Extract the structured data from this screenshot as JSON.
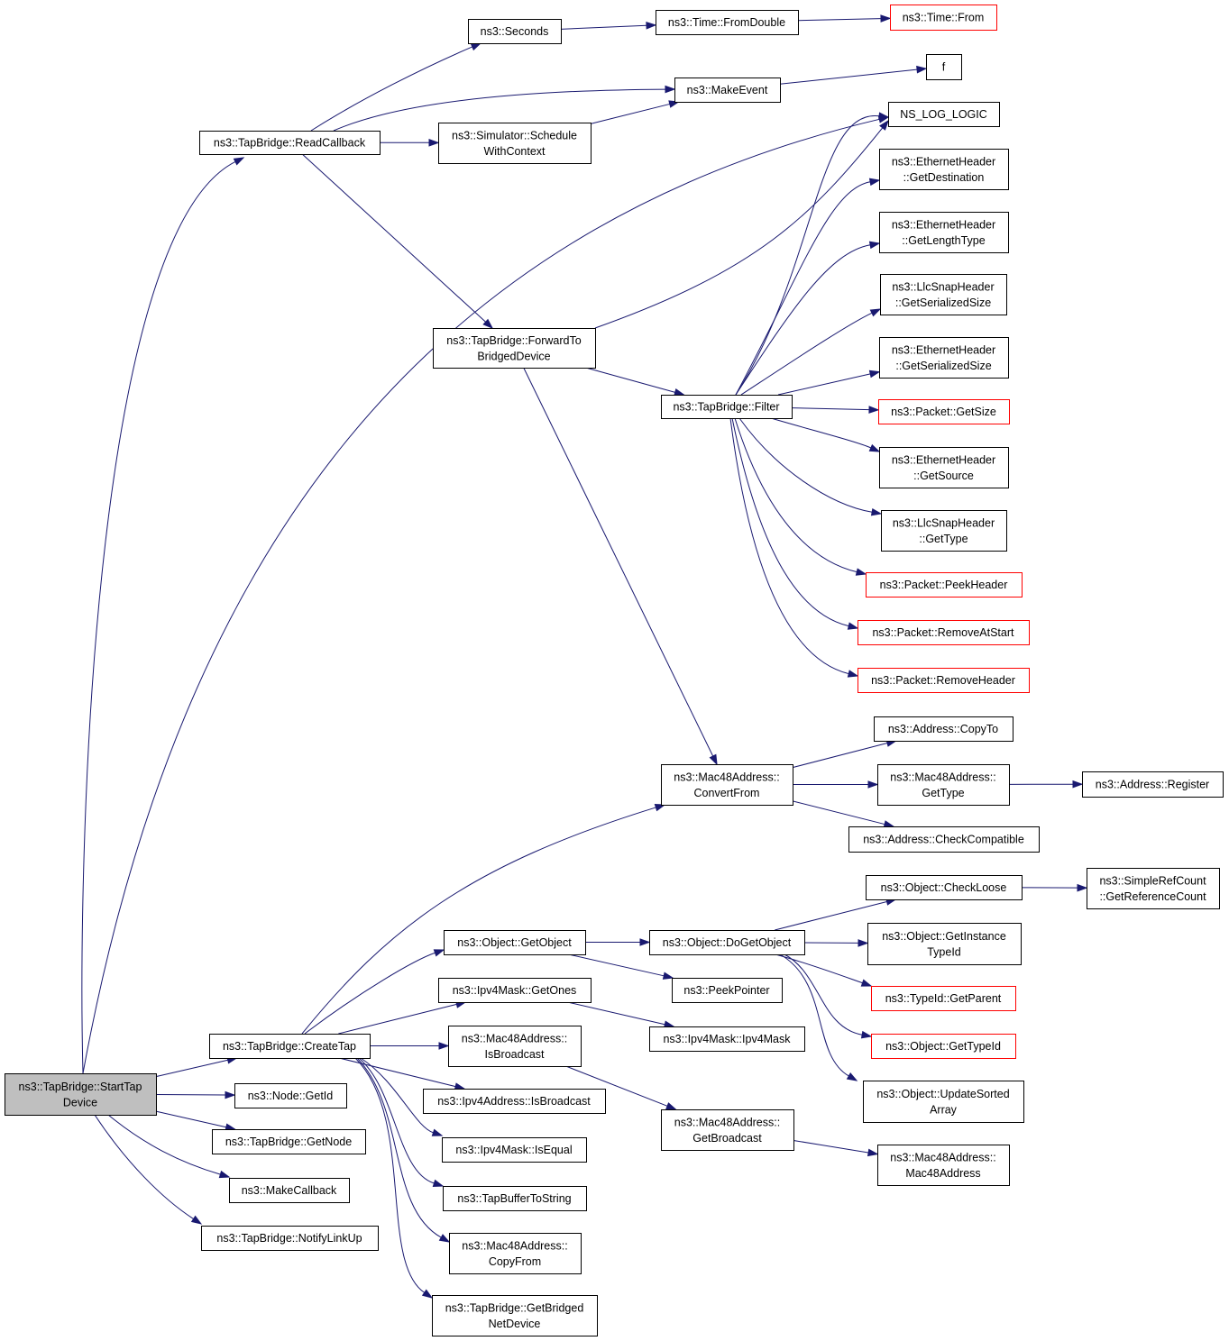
{
  "graph": {
    "nodes": [
      {
        "id": "start",
        "lines": [
          "ns3::TapBridge::StartTap",
          "Device"
        ],
        "root": true
      },
      {
        "id": "read_cb",
        "lines": [
          "ns3::TapBridge::ReadCallback"
        ]
      },
      {
        "id": "seconds",
        "lines": [
          "ns3::Seconds"
        ]
      },
      {
        "id": "fromdouble",
        "lines": [
          "ns3::Time::FromDouble"
        ]
      },
      {
        "id": "timefrom",
        "lines": [
          "ns3::Time::From"
        ],
        "truncated": true
      },
      {
        "id": "makeevent",
        "lines": [
          "ns3::MakeEvent"
        ]
      },
      {
        "id": "f",
        "lines": [
          "f"
        ]
      },
      {
        "id": "schedule",
        "lines": [
          "ns3::Simulator::Schedule",
          "WithContext"
        ]
      },
      {
        "id": "nslog",
        "lines": [
          "NS_LOG_LOGIC"
        ]
      },
      {
        "id": "forward",
        "lines": [
          "ns3::TapBridge::ForwardTo",
          "BridgedDevice"
        ]
      },
      {
        "id": "filter",
        "lines": [
          "ns3::TapBridge::Filter"
        ]
      },
      {
        "id": "eth_dest",
        "lines": [
          "ns3::EthernetHeader",
          "::GetDestination"
        ]
      },
      {
        "id": "eth_len",
        "lines": [
          "ns3::EthernetHeader",
          "::GetLengthType"
        ]
      },
      {
        "id": "llc_ser",
        "lines": [
          "ns3::LlcSnapHeader",
          "::GetSerializedSize"
        ]
      },
      {
        "id": "eth_ser",
        "lines": [
          "ns3::EthernetHeader",
          "::GetSerializedSize"
        ]
      },
      {
        "id": "pkt_size",
        "lines": [
          "ns3::Packet::GetSize"
        ],
        "truncated": true
      },
      {
        "id": "eth_src",
        "lines": [
          "ns3::EthernetHeader",
          "::GetSource"
        ]
      },
      {
        "id": "llc_type",
        "lines": [
          "ns3::LlcSnapHeader",
          "::GetType"
        ]
      },
      {
        "id": "pkt_peek",
        "lines": [
          "ns3::Packet::PeekHeader"
        ],
        "truncated": true
      },
      {
        "id": "pkt_remstart",
        "lines": [
          "ns3::Packet::RemoveAtStart"
        ],
        "truncated": true
      },
      {
        "id": "pkt_remhdr",
        "lines": [
          "ns3::Packet::RemoveHeader"
        ],
        "truncated": true
      },
      {
        "id": "convertfrom",
        "lines": [
          "ns3::Mac48Address::",
          "ConvertFrom"
        ]
      },
      {
        "id": "addr_copyto",
        "lines": [
          "ns3::Address::CopyTo"
        ]
      },
      {
        "id": "mac_gettype",
        "lines": [
          "ns3::Mac48Address::",
          "GetType"
        ]
      },
      {
        "id": "addr_register",
        "lines": [
          "ns3::Address::Register"
        ]
      },
      {
        "id": "addr_check",
        "lines": [
          "ns3::Address::CheckCompatible"
        ]
      },
      {
        "id": "createtap",
        "lines": [
          "ns3::TapBridge::CreateTap"
        ]
      },
      {
        "id": "getobject",
        "lines": [
          "ns3::Object::GetObject"
        ]
      },
      {
        "id": "dogetobject",
        "lines": [
          "ns3::Object::DoGetObject"
        ]
      },
      {
        "id": "checkloose",
        "lines": [
          "ns3::Object::CheckLoose"
        ]
      },
      {
        "id": "refcount",
        "lines": [
          "ns3::SimpleRefCount",
          "::GetReferenceCount"
        ]
      },
      {
        "id": "getinstance",
        "lines": [
          "ns3::Object::GetInstance",
          "TypeId"
        ]
      },
      {
        "id": "getparent",
        "lines": [
          "ns3::TypeId::GetParent"
        ],
        "truncated": true
      },
      {
        "id": "gettypeid",
        "lines": [
          "ns3::Object::GetTypeId"
        ],
        "truncated": true
      },
      {
        "id": "updatesorted",
        "lines": [
          "ns3::Object::UpdateSorted",
          "Array"
        ]
      },
      {
        "id": "peekpointer",
        "lines": [
          "ns3::PeekPointer"
        ]
      },
      {
        "id": "getones",
        "lines": [
          "ns3::Ipv4Mask::GetOnes"
        ]
      },
      {
        "id": "ipv4mask",
        "lines": [
          "ns3::Ipv4Mask::Ipv4Mask"
        ]
      },
      {
        "id": "mac_isbcast",
        "lines": [
          "ns3::Mac48Address::",
          "IsBroadcast"
        ]
      },
      {
        "id": "getbcast",
        "lines": [
          "ns3::Mac48Address::",
          "GetBroadcast"
        ]
      },
      {
        "id": "mac48ctor",
        "lines": [
          "ns3::Mac48Address::",
          "Mac48Address"
        ]
      },
      {
        "id": "ipv4_isbcast",
        "lines": [
          "ns3::Ipv4Address::IsBroadcast"
        ]
      },
      {
        "id": "isequal",
        "lines": [
          "ns3::Ipv4Mask::IsEqual"
        ]
      },
      {
        "id": "tapbuf",
        "lines": [
          "ns3::TapBufferToString"
        ]
      },
      {
        "id": "copyfrom",
        "lines": [
          "ns3::Mac48Address::",
          "CopyFrom"
        ]
      },
      {
        "id": "getbridged",
        "lines": [
          "ns3::TapBridge::GetBridged",
          "NetDevice"
        ]
      },
      {
        "id": "getid",
        "lines": [
          "ns3::Node::GetId"
        ]
      },
      {
        "id": "getnode",
        "lines": [
          "ns3::TapBridge::GetNode"
        ]
      },
      {
        "id": "makecallback",
        "lines": [
          "ns3::MakeCallback"
        ]
      },
      {
        "id": "notify",
        "lines": [
          "ns3::TapBridge::NotifyLinkUp"
        ]
      }
    ],
    "edges": [
      [
        "start",
        "read_cb"
      ],
      [
        "start",
        "nslog"
      ],
      [
        "start",
        "createtap"
      ],
      [
        "start",
        "getid"
      ],
      [
        "start",
        "getnode"
      ],
      [
        "start",
        "makecallback"
      ],
      [
        "start",
        "notify"
      ],
      [
        "read_cb",
        "seconds"
      ],
      [
        "read_cb",
        "makeevent"
      ],
      [
        "read_cb",
        "schedule"
      ],
      [
        "read_cb",
        "forward"
      ],
      [
        "seconds",
        "fromdouble"
      ],
      [
        "fromdouble",
        "timefrom"
      ],
      [
        "makeevent",
        "f"
      ],
      [
        "schedule",
        "makeevent"
      ],
      [
        "forward",
        "nslog"
      ],
      [
        "forward",
        "filter"
      ],
      [
        "forward",
        "convertfrom"
      ],
      [
        "filter",
        "nslog"
      ],
      [
        "filter",
        "eth_dest"
      ],
      [
        "filter",
        "eth_len"
      ],
      [
        "filter",
        "llc_ser"
      ],
      [
        "filter",
        "eth_ser"
      ],
      [
        "filter",
        "pkt_size"
      ],
      [
        "filter",
        "eth_src"
      ],
      [
        "filter",
        "llc_type"
      ],
      [
        "filter",
        "pkt_peek"
      ],
      [
        "filter",
        "pkt_remstart"
      ],
      [
        "filter",
        "pkt_remhdr"
      ],
      [
        "convertfrom",
        "addr_copyto"
      ],
      [
        "convertfrom",
        "mac_gettype"
      ],
      [
        "convertfrom",
        "addr_check"
      ],
      [
        "mac_gettype",
        "addr_register"
      ],
      [
        "createtap",
        "convertfrom"
      ],
      [
        "createtap",
        "getobject"
      ],
      [
        "createtap",
        "getones"
      ],
      [
        "createtap",
        "mac_isbcast"
      ],
      [
        "createtap",
        "ipv4_isbcast"
      ],
      [
        "createtap",
        "isequal"
      ],
      [
        "createtap",
        "tapbuf"
      ],
      [
        "createtap",
        "copyfrom"
      ],
      [
        "createtap",
        "getbridged"
      ],
      [
        "getobject",
        "dogetobject"
      ],
      [
        "getobject",
        "peekpointer"
      ],
      [
        "dogetobject",
        "checkloose"
      ],
      [
        "dogetobject",
        "getinstance"
      ],
      [
        "dogetobject",
        "getparent"
      ],
      [
        "dogetobject",
        "gettypeid"
      ],
      [
        "dogetobject",
        "updatesorted"
      ],
      [
        "checkloose",
        "refcount"
      ],
      [
        "getones",
        "ipv4mask"
      ],
      [
        "mac_isbcast",
        "getbcast"
      ],
      [
        "getbcast",
        "mac48ctor"
      ]
    ]
  }
}
